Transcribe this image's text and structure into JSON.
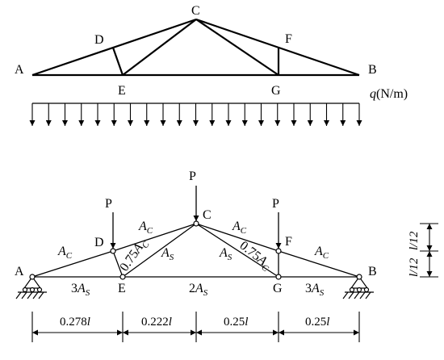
{
  "top": {
    "nodes": {
      "A": "A",
      "B": "B",
      "C": "C",
      "D": "D",
      "E": "E",
      "F": "F",
      "G": "G"
    },
    "load_label": {
      "sym": "q",
      "unit": "(N/m)"
    }
  },
  "bottom": {
    "nodes": {
      "A": "A",
      "B": "B",
      "C": "C",
      "D": "D",
      "E": "E",
      "F": "F",
      "G": "G"
    },
    "loads": {
      "left": "P",
      "center": "P",
      "right": "P"
    },
    "members": {
      "AD": {
        "coef": "",
        "sym": "A",
        "sub": "C"
      },
      "DC": {
        "coef": "",
        "sym": "A",
        "sub": "C"
      },
      "CF": {
        "coef": "",
        "sym": "A",
        "sub": "C"
      },
      "FB": {
        "coef": "",
        "sym": "A",
        "sub": "C"
      },
      "EC": {
        "coef": "",
        "sym": "A",
        "sub": "S"
      },
      "CG": {
        "coef": "",
        "sym": "A",
        "sub": "S"
      },
      "DE": {
        "coef": "0.75",
        "sym": "A",
        "sub": "C"
      },
      "FG": {
        "coef": "0.75",
        "sym": "A",
        "sub": "C"
      },
      "AE": {
        "coef": "3",
        "sym": "A",
        "sub": "S"
      },
      "EG": {
        "coef": "2",
        "sym": "A",
        "sub": "S"
      },
      "GB": {
        "coef": "3",
        "sym": "A",
        "sub": "S"
      }
    },
    "dims": [
      {
        "num": "0.278",
        "var": "l"
      },
      {
        "num": "0.222",
        "var": "l"
      },
      {
        "num": "0.25",
        "var": "l"
      },
      {
        "num": "0.25",
        "var": "l"
      }
    ],
    "height_dims": {
      "upper": "l/12",
      "lower": "l/12"
    }
  }
}
